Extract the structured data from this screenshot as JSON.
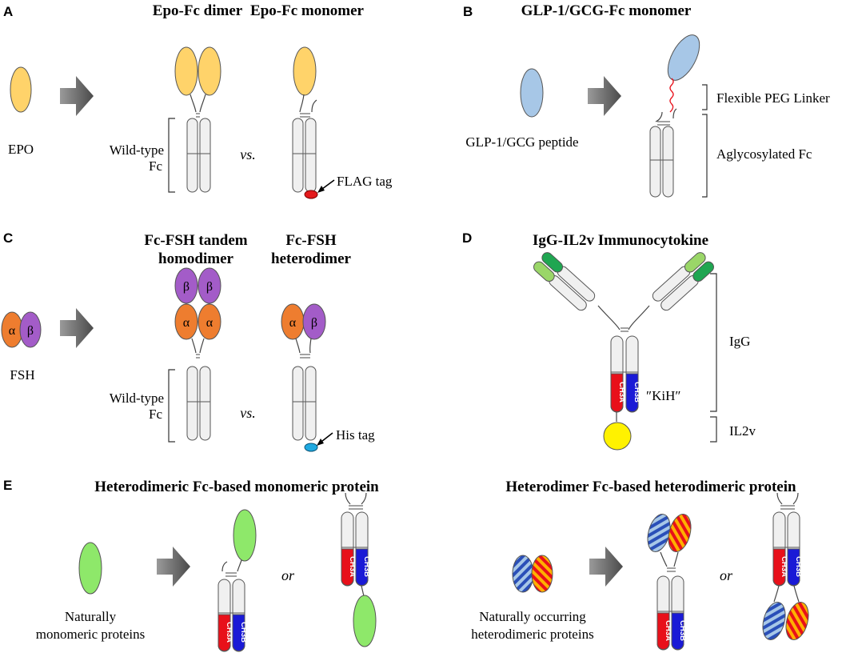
{
  "panels": {
    "A": {
      "letter": "A",
      "title_dimer": "Epo-Fc dimer",
      "title_monomer": "Epo-Fc monomer",
      "epo_label": "EPO",
      "wild_type_1": "Wild-type",
      "wild_type_2": "Fc",
      "vs": "vs.",
      "tag": "FLAG tag"
    },
    "B": {
      "letter": "B",
      "title": "GLP-1/GCG-Fc monomer",
      "peptide_label": "GLP-1/GCG peptide",
      "linker_label": "Flexible PEG Linker",
      "fc_label": "Aglycosylated Fc"
    },
    "C": {
      "letter": "C",
      "title_left_1": "Fc-FSH tandem",
      "title_left_2": "homodimer",
      "title_right_1": "Fc-FSH",
      "title_right_2": "heterodimer",
      "fsh_label": "FSH",
      "alpha": "α",
      "beta": "β",
      "wild_type_1": "Wild-type",
      "wild_type_2": "Fc",
      "vs": "vs.",
      "tag": "His tag"
    },
    "D": {
      "letter": "D",
      "title": "IgG-IL2v Immunocytokine",
      "kih": "″KiH″",
      "igg_label": "IgG",
      "il2v_label": "IL2v"
    },
    "E": {
      "letter": "E",
      "title_left": "Heterodimeric Fc-based monomeric protein",
      "title_right": "Heterodimer Fc-based heterodimeric protein",
      "left_caption_1": "Naturally",
      "left_caption_2": "monomeric proteins",
      "right_caption_1": "Naturally occurring",
      "right_caption_2": "heterodimeric proteins",
      "or": "or"
    }
  },
  "domains": {
    "ch3a": "CH3A",
    "ch3b": "CH3B"
  },
  "colors": {
    "epo": "#FFD36A",
    "glp": "#A7C7E7",
    "alpha": "#EE7D2F",
    "beta": "#A35CC8",
    "ch3a": "#E8101A",
    "ch3b": "#1A1AD6",
    "il2v": "#FFF200",
    "green": "#8EE86A",
    "dark_green": "#1FA651",
    "light_green": "#9AD668",
    "tag_flag": "#E41A1C",
    "tag_his": "#1FA9E1",
    "fc_fill": "#F0F0F0",
    "arrow": "#6F6F6F"
  }
}
